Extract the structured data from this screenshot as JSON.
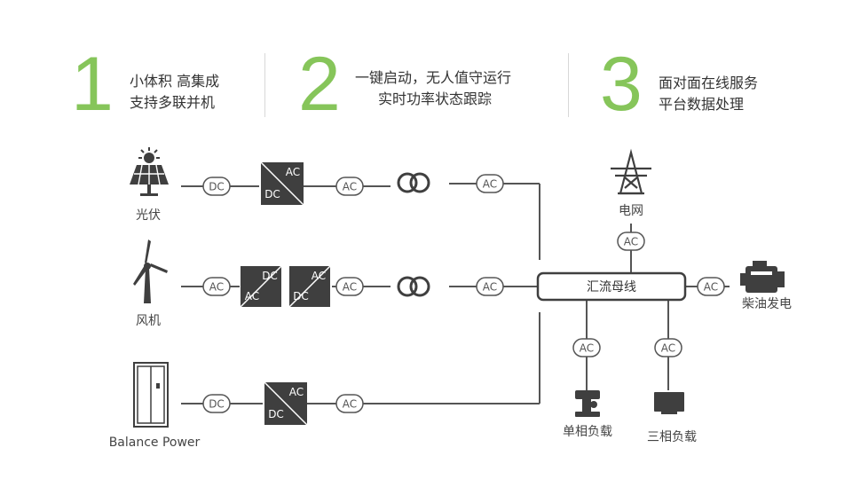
{
  "colors": {
    "accent": "#86c55a",
    "line": "#555555",
    "dark": "#3f3f3f"
  },
  "features": [
    {
      "num": "1",
      "line1": "小体积 高集成",
      "line2": "支持多联并机"
    },
    {
      "num": "2",
      "line1": "一键启动，无人值守运行",
      "line2": "实时功率状态跟踪"
    },
    {
      "num": "3",
      "line1": "面对面在线服务",
      "line2": "平台数据处理"
    }
  ],
  "labels": {
    "solar": "光伏",
    "wind": "风机",
    "battery": "Balance Power",
    "grid": "电网",
    "bus": "汇流母线",
    "diesel": "柴油发电",
    "single_phase": "单相负载",
    "three_phase": "三相负载"
  },
  "tags": {
    "dc": "DC",
    "ac": "AC"
  },
  "icons": {
    "solar": "solar-panel-icon",
    "wind": "wind-turbine-icon",
    "battery": "battery-cabinet-icon",
    "grid": "power-tower-icon",
    "diesel": "engine-icon",
    "single_phase": "single-phase-load-icon",
    "three_phase": "monitor-load-icon",
    "transformer": "transformer-icon"
  }
}
